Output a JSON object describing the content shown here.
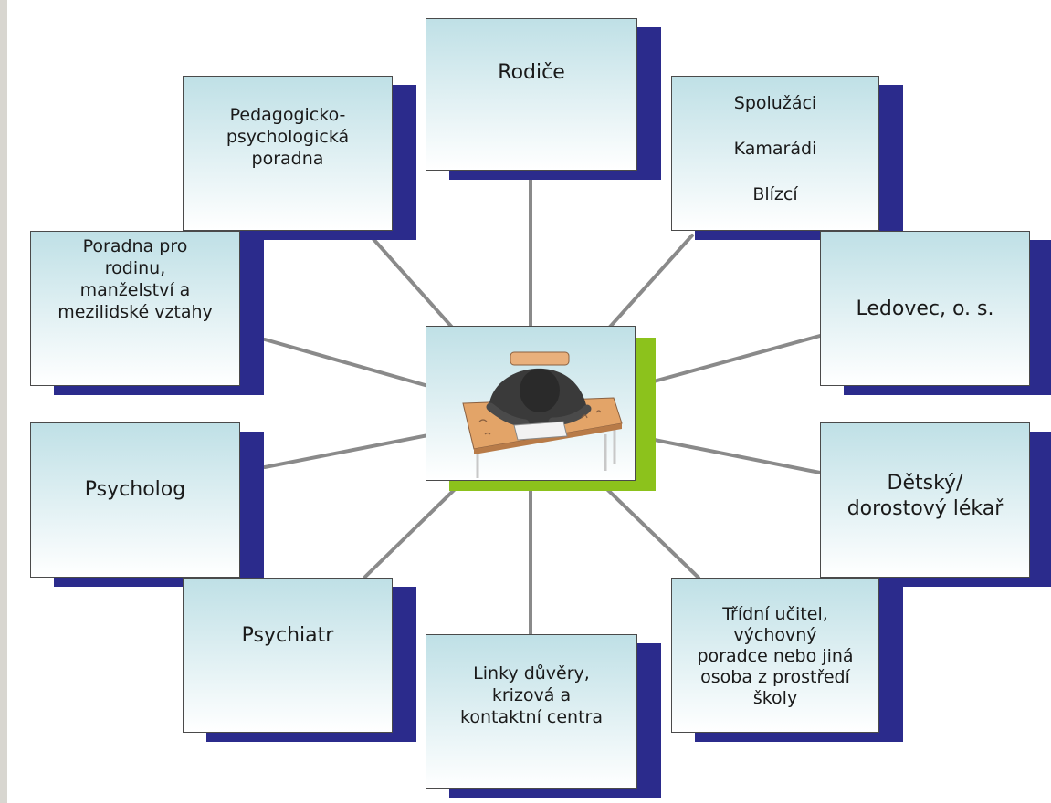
{
  "nodes": {
    "rodice": {
      "lines": [
        "Rodiče"
      ]
    },
    "spoluzaci": {
      "lines": [
        "Spolužáci",
        "Kamarádi",
        "Blízcí"
      ]
    },
    "ppp": {
      "lines": [
        "Pedagogicko-",
        "psychologická",
        "poradna"
      ]
    },
    "poradna_rodina": {
      "lines": [
        "Poradna pro",
        "rodinu,",
        "manželství a",
        "mezilidské vztahy"
      ]
    },
    "ledovec": {
      "lines": [
        "Ledovec, o. s."
      ]
    },
    "psycholog": {
      "lines": [
        "Psycholog"
      ]
    },
    "detsky_lekar": {
      "lines": [
        "Dětský/",
        "dorostový lékař"
      ]
    },
    "psychiatr": {
      "lines": [
        "Psychiatr"
      ]
    },
    "linky": {
      "lines": [
        "Linky důvěry,",
        "krizová  a",
        "kontaktní centra"
      ]
    },
    "tridni_ucitel": {
      "lines": [
        "Třídní učitel,",
        "výchovný",
        "poradce nebo jiná",
        "osoba z prostředí",
        "školy"
      ]
    }
  },
  "center": {
    "illustration": "student-at-desk-illustration"
  },
  "colors": {
    "node_shadow": "#2b2b8c",
    "center_accent": "#8cc21c",
    "connector": "#8a8a8a",
    "box_top": "#bfe0e6",
    "box_bottom": "#ffffff"
  }
}
